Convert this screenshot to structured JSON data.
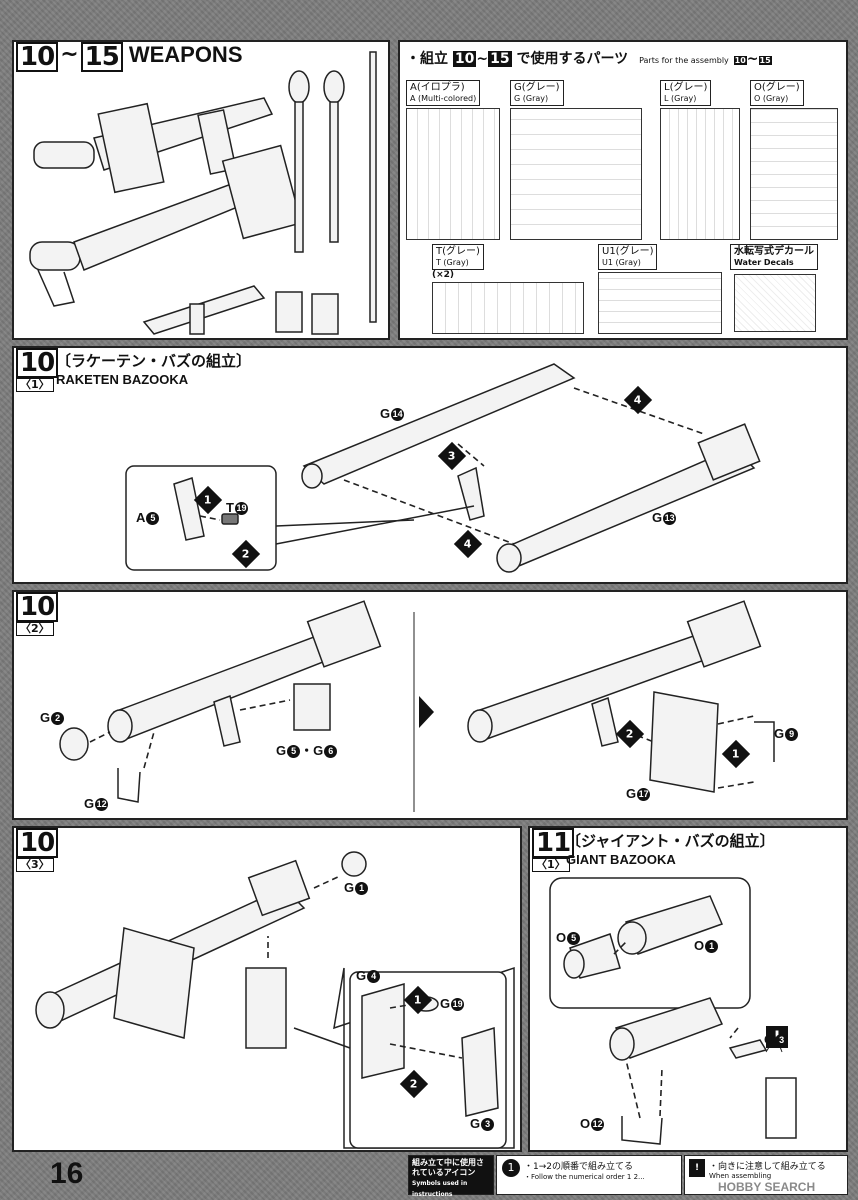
{
  "page_number": "16",
  "header": {
    "step_range": [
      "10",
      "15"
    ],
    "tilde": "~",
    "title": "WEAPONS"
  },
  "parts_panel": {
    "title_prefix": "・組立",
    "title_suffix": "で使用するパーツ",
    "title_en": "Parts for the assembly",
    "range": [
      "10",
      "15"
    ],
    "runners": [
      {
        "label": "A(イロプラ)",
        "sub": "A (Multi-colored)"
      },
      {
        "label": "G(グレー)",
        "sub": "G (Gray)"
      },
      {
        "label": "L(グレー)",
        "sub": "L (Gray)"
      },
      {
        "label": "O(グレー)",
        "sub": "O (Gray)"
      },
      {
        "label": "T(グレー)",
        "sub": "T (Gray)",
        "note": "(×2)"
      },
      {
        "label": "U1(グレー)",
        "sub": "U1 (Gray)"
      },
      {
        "label": "水転写式デカール",
        "sub": "Water Decals"
      }
    ]
  },
  "step10_1": {
    "step": "10",
    "sub": "〈1〉",
    "title_jp": "〔ラケーテン・バズの組立〕",
    "title_en": "RAKETEN BAZOOKA",
    "parts": {
      "g14": "G",
      "g14n": "14",
      "g13": "G",
      "g13n": "13",
      "a5": "A",
      "a5n": "5",
      "t19": "T",
      "t19n": "19"
    },
    "arrows": [
      "1",
      "2",
      "3",
      "4",
      "4"
    ]
  },
  "step10_2": {
    "step": "10",
    "sub": "〈2〉",
    "parts": {
      "g2": "G",
      "g2n": "2",
      "g12": "G",
      "g12n": "12",
      "g56": "G",
      "g5n": "5",
      "dot": "・",
      "g6": "G",
      "g6n": "6",
      "g9": "G",
      "g9n": "9",
      "g17": "G",
      "g17n": "17"
    },
    "arrows": [
      "1",
      "2"
    ]
  },
  "step10_3": {
    "step": "10",
    "sub": "〈3〉",
    "parts": {
      "g1": "G",
      "g1n": "1",
      "g4": "G",
      "g4n": "4",
      "g19": "G",
      "g19n": "19",
      "g3": "G",
      "g3n": "3"
    },
    "arrows": [
      "1",
      "2"
    ]
  },
  "step11_1": {
    "step": "11",
    "sub": "〈1〉",
    "title_jp": "〔ジャイアント・バズの組立〕",
    "title_en": "GIANT BAZOOKA",
    "parts": {
      "o5": "O",
      "o5n": "5",
      "o1": "O",
      "o1n": "1",
      "o3": "O",
      "o3n": "3",
      "o12": "O",
      "o12n": "12"
    }
  },
  "legend": {
    "box_title": "組み立て中に使用されているアイコン",
    "box_sub": "Symbols used in instructions",
    "icon1": "1",
    "text1_jp": "・1→2の順番で組み立てる",
    "text1_en": "・Follow the numerical order 1 2...",
    "text2_jp": "・向きに注意して組み立てる",
    "text2_en": "When assembling"
  },
  "watermark": "HOBBY SEARCH"
}
